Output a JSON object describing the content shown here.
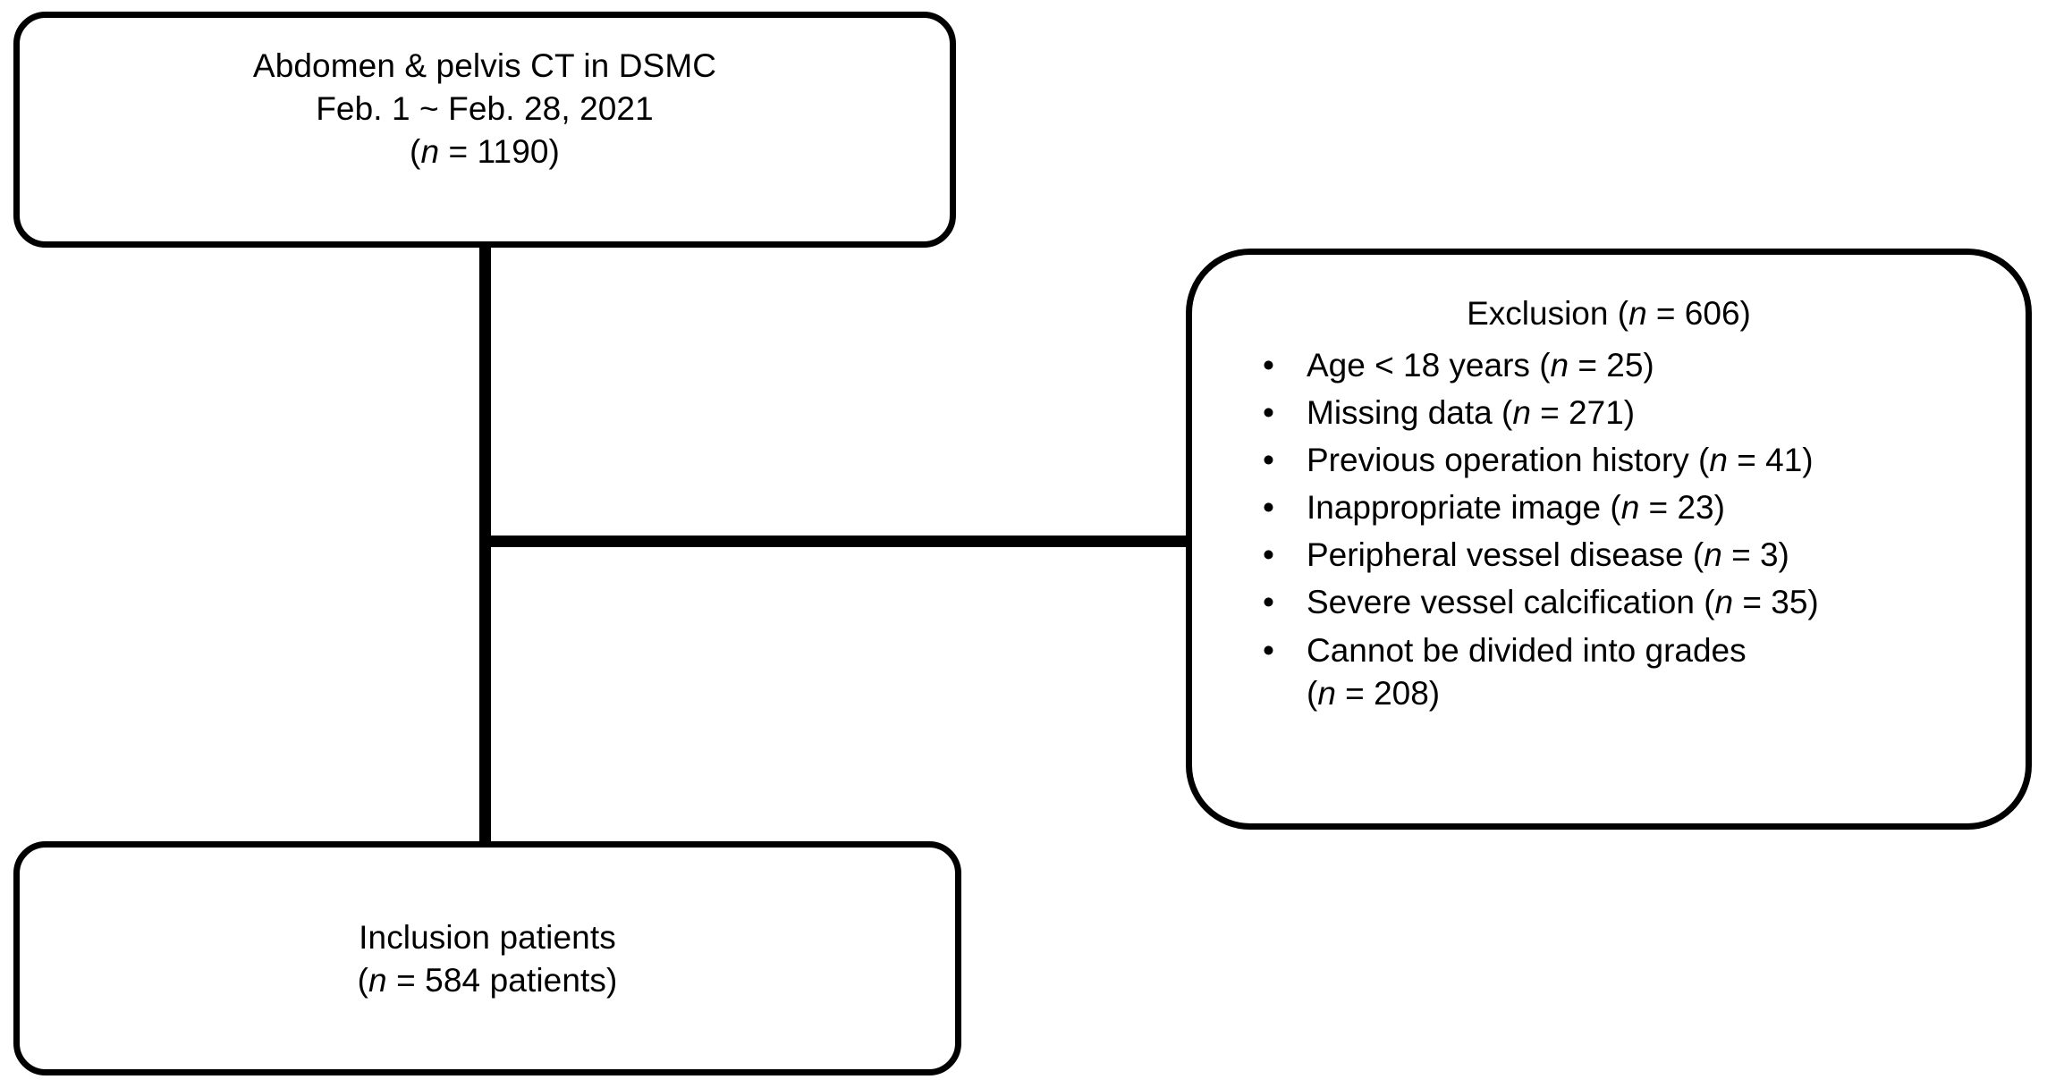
{
  "diagram": {
    "title": "Patient selection flow diagram",
    "stroke_color": "#000000",
    "background_color": "#ffffff",
    "text_color": "#000000"
  },
  "nodes": {
    "source": {
      "lines": [
        "Abdomen & pelvis CT in DSMC",
        "Feb. 1 ~ Feb. 28, 2021",
        "(n = 1190)"
      ],
      "line1": "Abdomen & pelvis CT in DSMC",
      "line2": "Feb. 1 ~ Feb. 28, 2021",
      "line3_prefix": "(",
      "line3_var": "n",
      "line3_suffix": " = 1190)"
    },
    "exclusion": {
      "heading_prefix": "Exclusion (",
      "heading_var": "n",
      "heading_suffix": " = 606)",
      "heading": "Exclusion (n = 606)",
      "bullet_glyph": "•",
      "items": [
        {
          "text_before": "Age < 18 years (",
          "var": "n",
          "text_after": " = 25)",
          "full": "Age < 18 years (n = 25)",
          "wrap": ""
        },
        {
          "text_before": "Missing data (",
          "var": "n",
          "text_after": " = 271)",
          "full": "Missing data (n = 271)",
          "wrap": ""
        },
        {
          "text_before": "Previous operation history (",
          "var": "n",
          "text_after": " = 41)",
          "full": "Previous operation history (n = 41)",
          "wrap": ""
        },
        {
          "text_before": "Inappropriate image (",
          "var": "n",
          "text_after": " = 23)",
          "full": "Inappropriate image (n = 23)",
          "wrap": ""
        },
        {
          "text_before": "Peripheral vessel disease (",
          "var": "n",
          "text_after": " = 3)",
          "full": "Peripheral vessel disease (n = 3)",
          "wrap": ""
        },
        {
          "text_before": "Severe vessel calcification (",
          "var": "n",
          "text_after": " = 35)",
          "full": "Severe vessel calcification (n = 35)",
          "wrap": ""
        },
        {
          "text_before": "Cannot be divided into grades",
          "var": "",
          "text_after": "",
          "full": "Cannot be divided into grades (n = 208)",
          "wrap_prefix": "(",
          "wrap_var": "n",
          "wrap_suffix": " = 208)",
          "wrap": "(n = 208)"
        }
      ]
    },
    "inclusion": {
      "lines": [
        "Inclusion patients",
        "(n = 584 patients)"
      ],
      "line1": "Inclusion patients",
      "line2_prefix": "(",
      "line2_var": "n",
      "line2_suffix": " = 584 patients)"
    }
  },
  "connectors": [
    {
      "name": "source-to-inclusion",
      "orientation": "vertical"
    },
    {
      "name": "source-to-exclusion",
      "orientation": "horizontal"
    }
  ]
}
